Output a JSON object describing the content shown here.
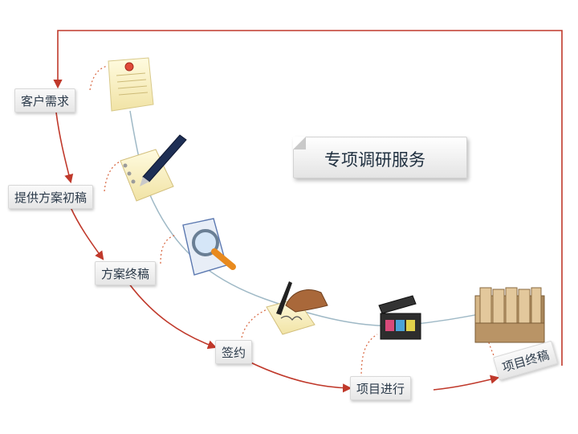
{
  "title": "专项调研服务",
  "steps": [
    {
      "label": "客户需求"
    },
    {
      "label": "提供方案初稿"
    },
    {
      "label": "方案终稿"
    },
    {
      "label": "签约"
    },
    {
      "label": "项目进行"
    },
    {
      "label": "项目终稿"
    }
  ],
  "icons": [
    "memo-note-icon",
    "pen-notepad-icon",
    "magnifier-document-icon",
    "signing-hand-icon",
    "film-clapper-icon",
    "file-folders-icon"
  ],
  "colors": {
    "flow_arrow": "#c0392b",
    "timeline": "#9fb9c6",
    "label_text": "#2b3a4a"
  }
}
